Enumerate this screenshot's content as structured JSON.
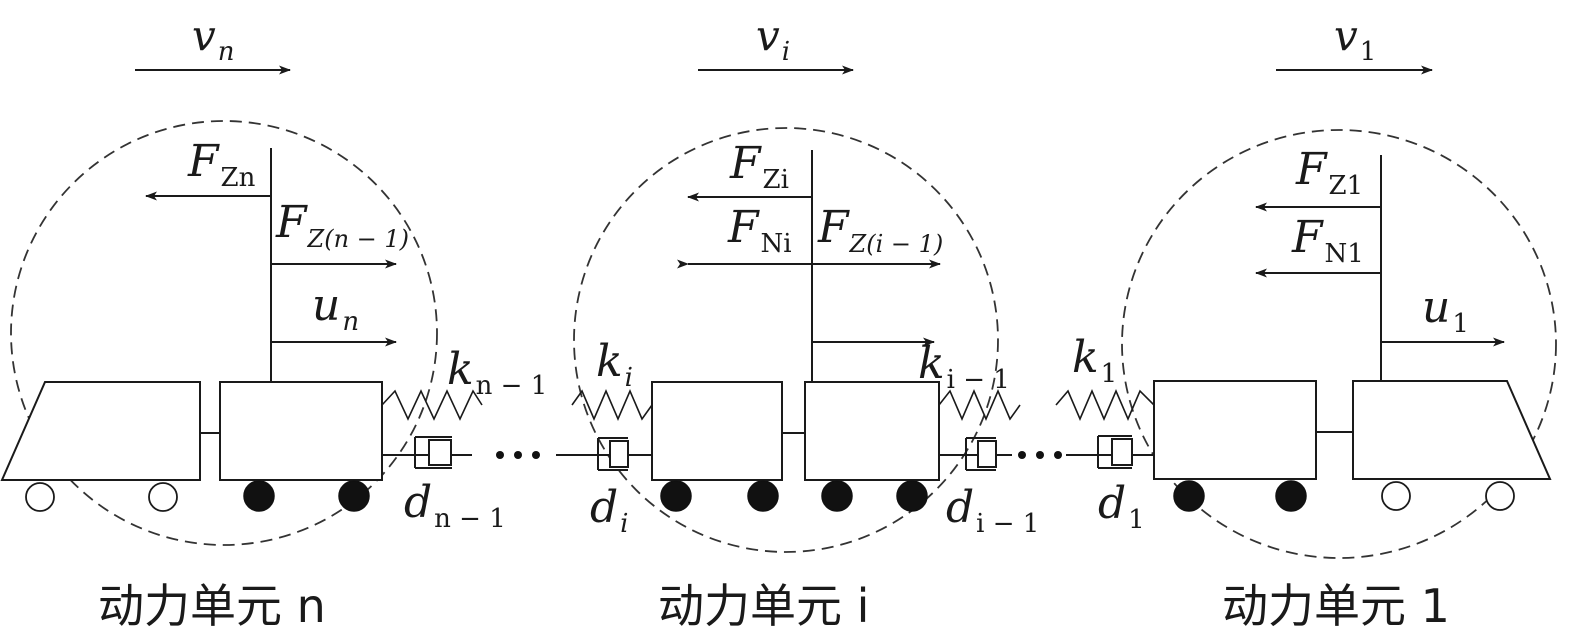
{
  "units": [
    {
      "caption": "动力单元 n"
    },
    {
      "caption": "动力单元 i"
    },
    {
      "caption": "动力单元 1"
    }
  ],
  "velocities": [
    {
      "main": "v",
      "sub": "n"
    },
    {
      "main": "v",
      "sub": "i"
    },
    {
      "main": "v",
      "sub": "1"
    }
  ],
  "forces": {
    "FZn": {
      "main": "F",
      "sub": "Zn"
    },
    "FZn1": {
      "main": "F",
      "sub": "Z(n − 1)"
    },
    "un": {
      "main": "u",
      "sub": "n"
    },
    "FZi": {
      "main": "F",
      "sub": "Zi"
    },
    "FNi": {
      "main": "F",
      "sub": "Ni"
    },
    "FZi1": {
      "main": "F",
      "sub": "Z(i − 1)"
    },
    "FZ1": {
      "main": "F",
      "sub": "Z1"
    },
    "FN1": {
      "main": "F",
      "sub": "N1"
    },
    "u1": {
      "main": "u",
      "sub": "1"
    }
  },
  "springs": {
    "kn1": {
      "main": "k",
      "sub": "n − 1"
    },
    "ki": {
      "main": "k",
      "sub": "i"
    },
    "ki1": {
      "main": "k",
      "sub": "i − 1"
    },
    "k1": {
      "main": "k",
      "sub": "1"
    }
  },
  "dampers": {
    "dn1": {
      "main": "d",
      "sub": "n − 1"
    },
    "di": {
      "main": "d",
      "sub": "i"
    },
    "di1": {
      "main": "d",
      "sub": "i − 1"
    },
    "d1": {
      "main": "d",
      "sub": "1"
    }
  },
  "ellipsis": "…",
  "colors": {
    "ink": "#1a1a1a",
    "dashed_boundary": "#333333",
    "powered_wheel": "#111111",
    "trailer_wheel": "#ffffff"
  }
}
